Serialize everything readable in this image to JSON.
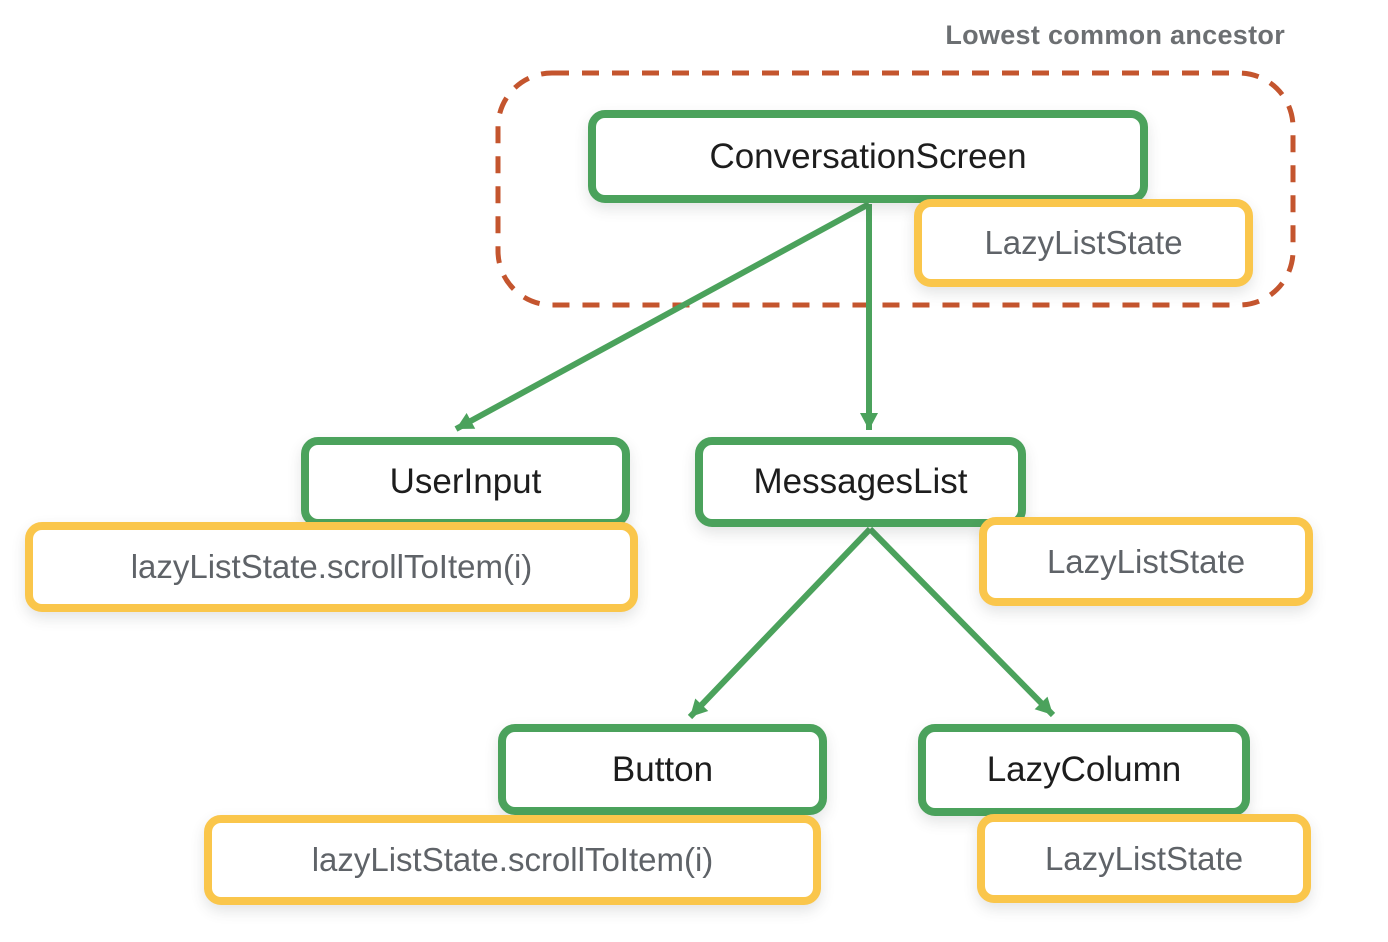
{
  "annotation": {
    "lowest_common_ancestor_label": "Lowest common ancestor"
  },
  "nodes": {
    "conversation_screen": {
      "label": "ConversationScreen"
    },
    "user_input": {
      "label": "UserInput"
    },
    "messages_list": {
      "label": "MessagesList"
    },
    "button": {
      "label": "Button"
    },
    "lazy_column": {
      "label": "LazyColumn"
    }
  },
  "states": {
    "root_state": {
      "label": "LazyListState"
    },
    "user_input_state": {
      "label": "lazyListState.scrollToItem(i)"
    },
    "messages_list_state": {
      "label": "LazyListState"
    },
    "button_state": {
      "label": "lazyListState.scrollToItem(i)"
    },
    "lazy_column_state": {
      "label": "LazyListState"
    }
  },
  "colors": {
    "component-border": "#4ba25c",
    "state-border": "#fac64b",
    "ancestor-outline": "#c4552e",
    "arrow": "#4ba25c",
    "component-text": "#1d1d1d",
    "state-text": "#5f6368",
    "annotation-text": "#6c6f72"
  }
}
